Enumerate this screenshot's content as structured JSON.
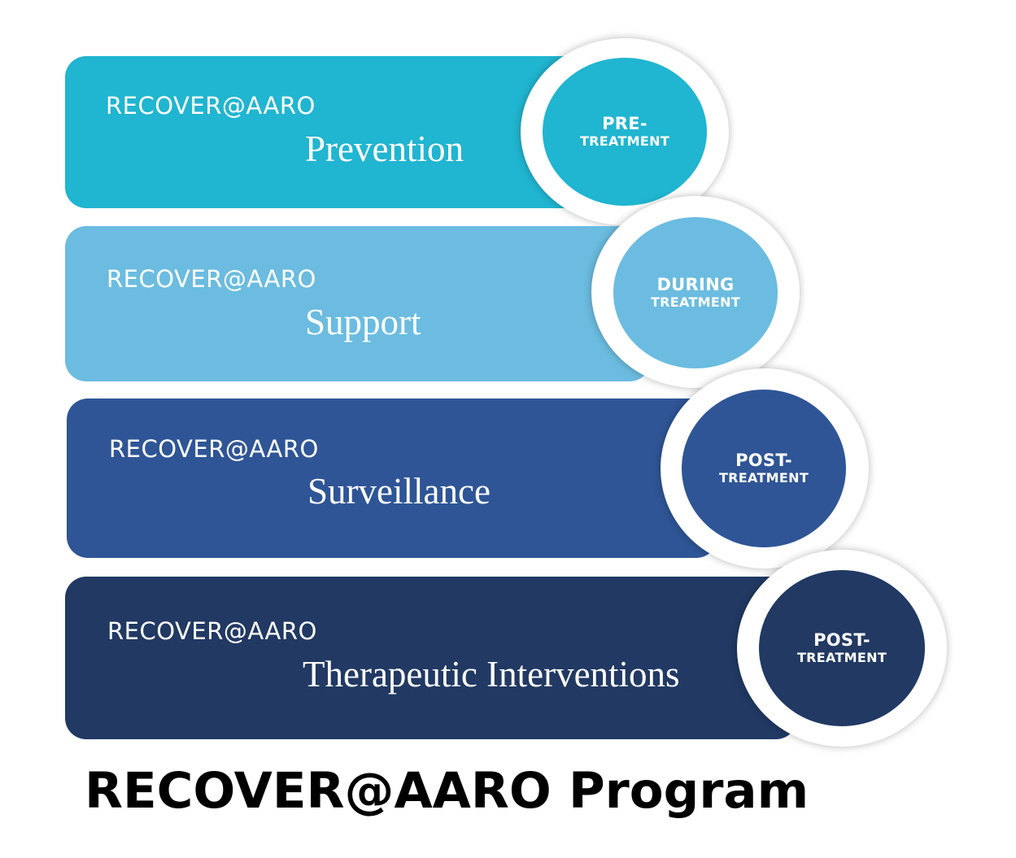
{
  "tiers": [
    {
      "label": "RECOVER@AARO",
      "title": "Prevention",
      "phase_line1": "PRE-",
      "phase_line2": "TREATMENT",
      "color": "#20B5D0"
    },
    {
      "label": "RECOVER@AARO",
      "title": "Support",
      "phase_line1": "DURING",
      "phase_line2": "TREATMENT",
      "color": "#6BBCE0"
    },
    {
      "label": "RECOVER@AARO",
      "title": "Surveillance",
      "phase_line1": "POST-",
      "phase_line2": "TREATMENT",
      "color": "#2F5596"
    },
    {
      "label": "RECOVER@AARO",
      "title": "Therapeutic Interventions",
      "phase_line1": "POST-",
      "phase_line2": "TREATMENT",
      "color": "#213963"
    }
  ],
  "footer": {
    "title": "RECOVER@AARO Program"
  }
}
